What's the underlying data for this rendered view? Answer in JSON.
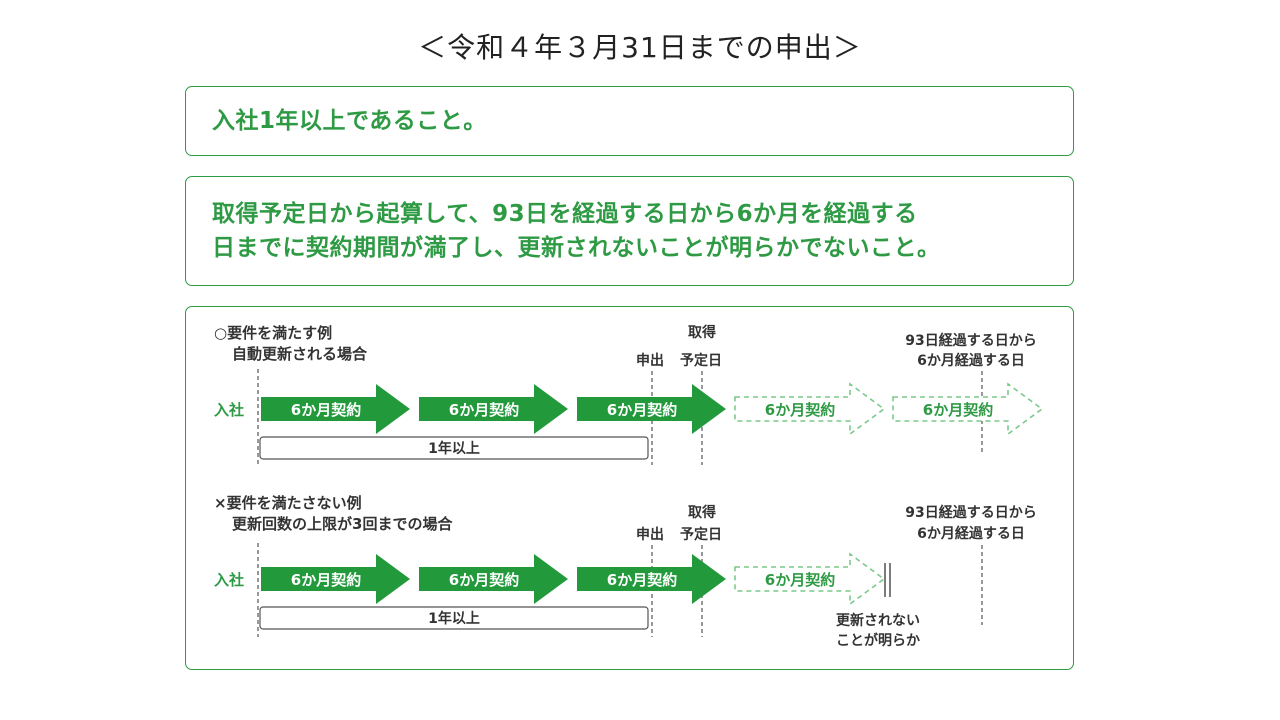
{
  "title": "＜令和４年３月31日までの申出＞",
  "requirement1": "入社1年以上であること。",
  "requirement2_line1": "取得予定日から起算して、93日を経過する日から6か月を経過する",
  "requirement2_line2": "日までに契約期間が満了し、更新されないことが明らかでないこと。",
  "diagram": {
    "contract_label": "6か月契約",
    "join_label": "入社",
    "over_one_year": "1年以上",
    "application": "申出",
    "planned_date_line1": "取得",
    "planned_date_line2": "予定日",
    "deadline_line1": "93日経過する日から",
    "deadline_line2": "6か月経過する日",
    "example_ok": {
      "heading_line1": "○要件を満たす例",
      "heading_line2": "自動更新される場合"
    },
    "example_ng": {
      "heading_line1": "×要件を満たさない例",
      "heading_line2": "更新回数の上限が3回までの場合",
      "not_renewed_line1": "更新されない",
      "not_renewed_line2": "ことが明らか"
    }
  },
  "colors": {
    "green": "#2e9a44",
    "arrow_green": "#229a3c",
    "dashed_green": "#7cc98a"
  }
}
